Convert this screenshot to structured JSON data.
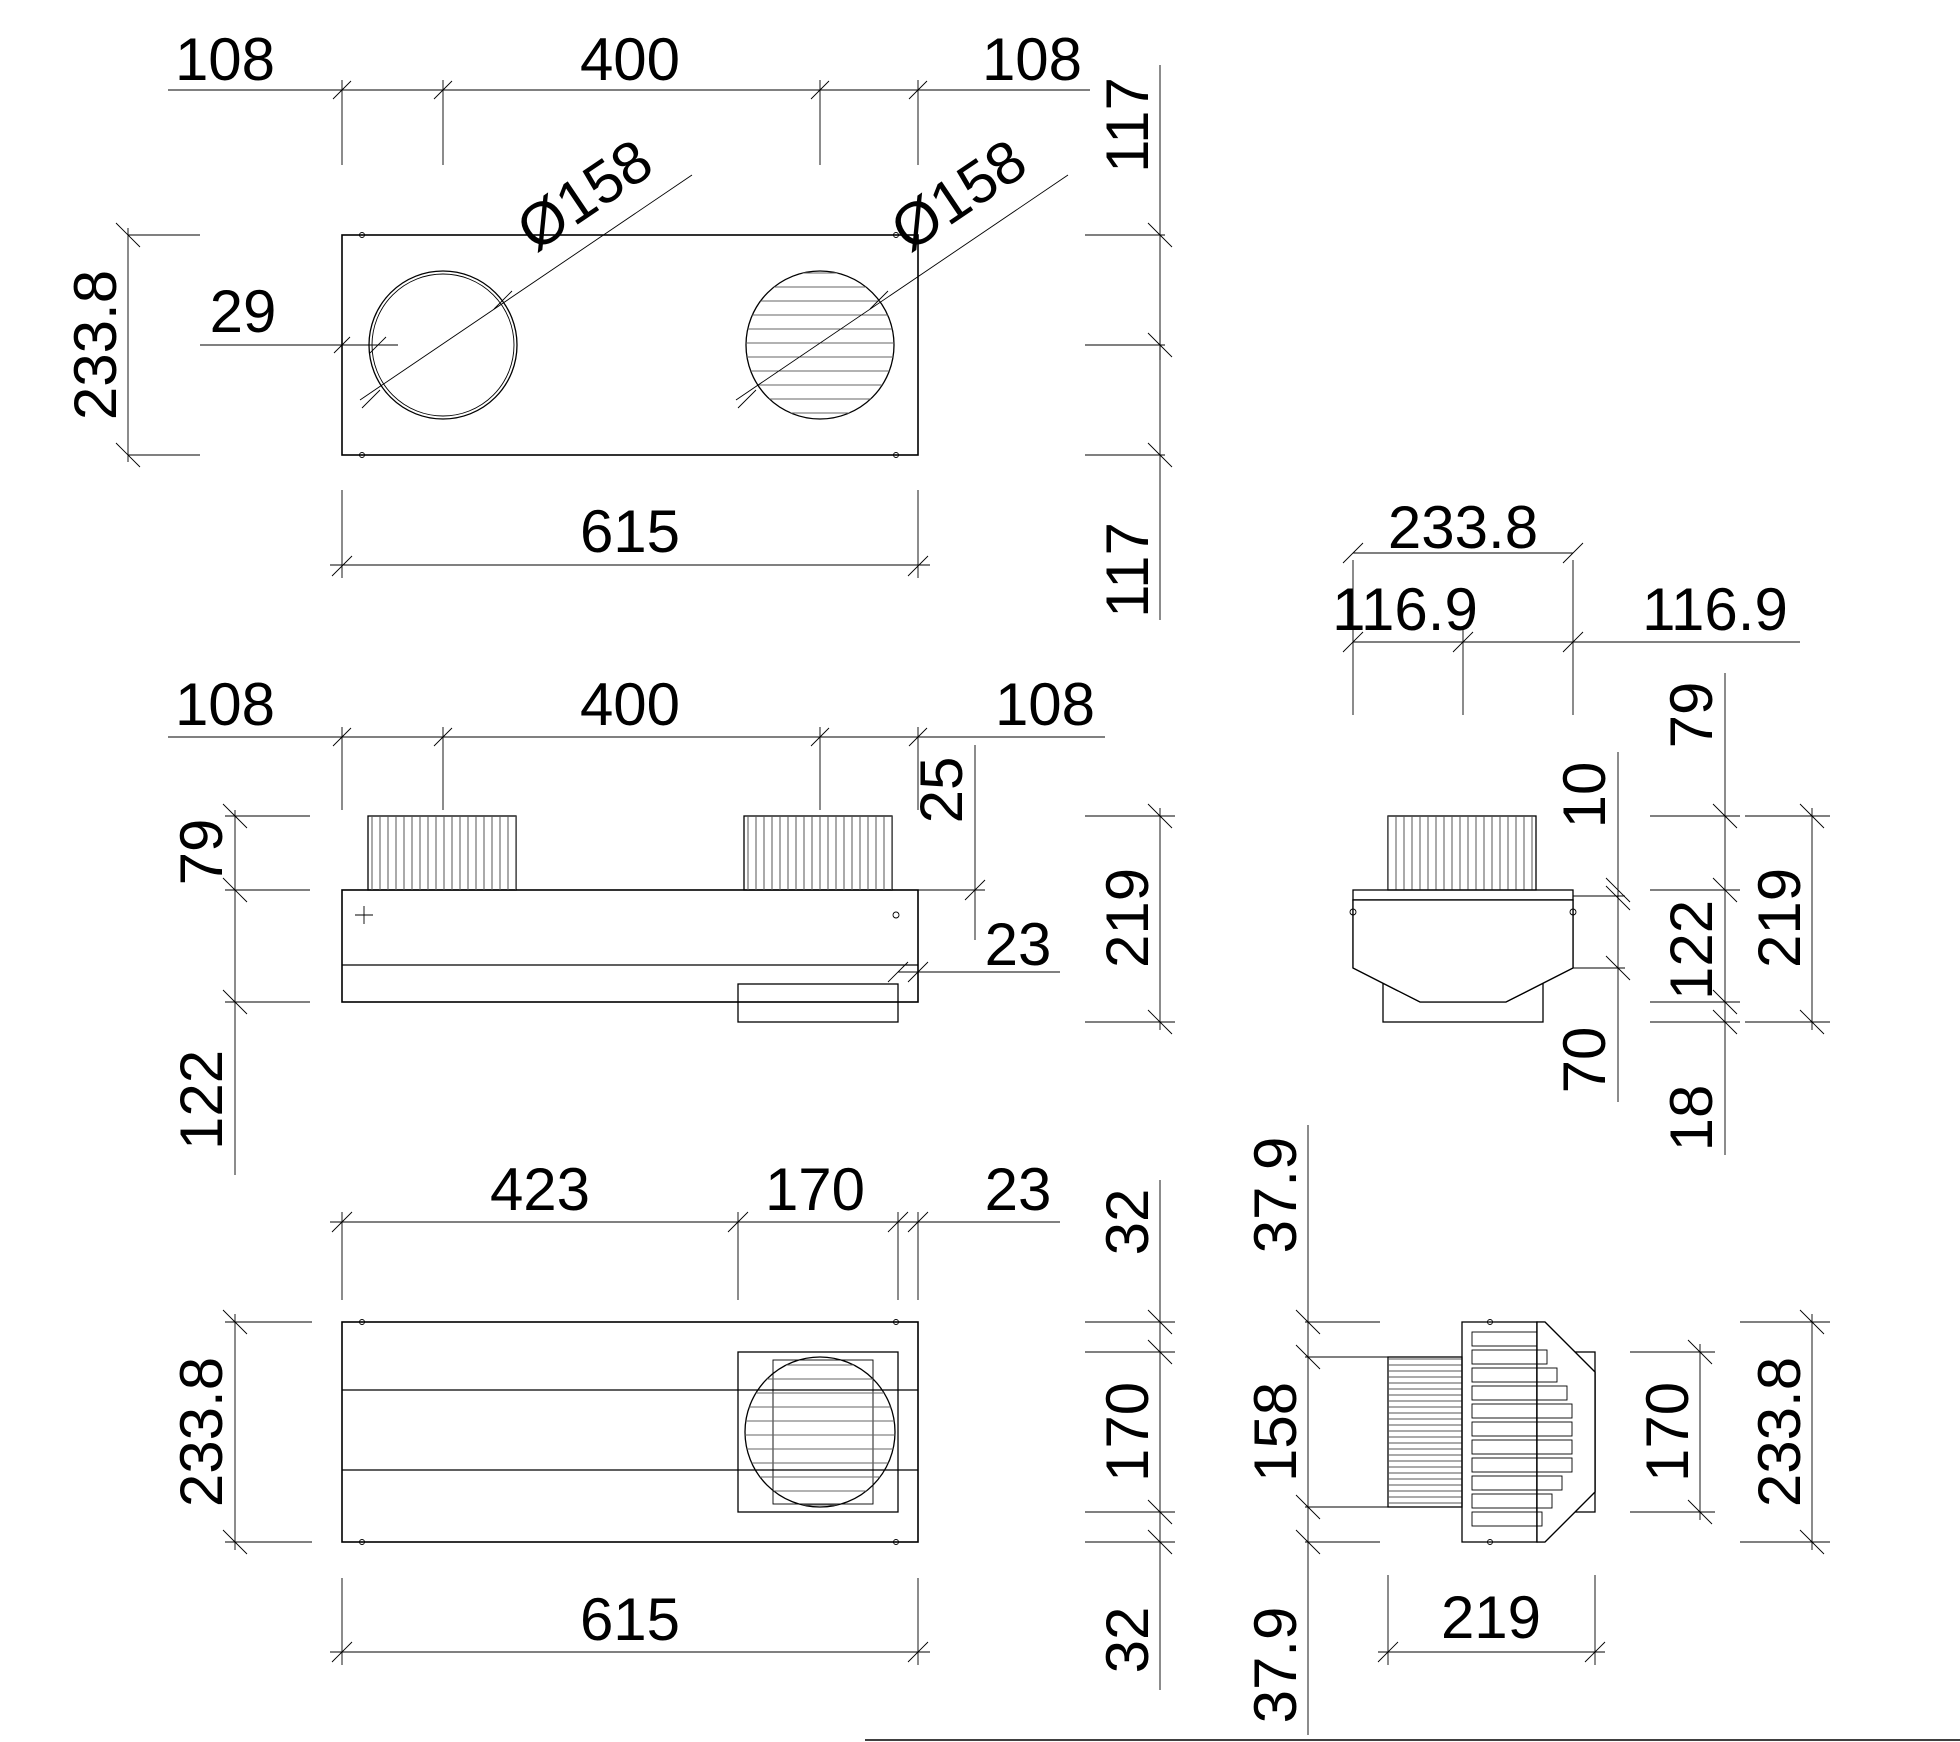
{
  "drawing": {
    "top_view": {
      "dims": {
        "d108_left": "108",
        "d400": "400",
        "d108_right": "108",
        "d117_top": "117",
        "d117_bottom": "117",
        "d233_8": "233.8",
        "d29": "29",
        "dia_left": "Ø158",
        "dia_right": "Ø158",
        "d615": "615"
      }
    },
    "front_view": {
      "dims": {
        "d108_left": "108",
        "d400": "400",
        "d108_right": "108",
        "d25": "25",
        "d79": "79",
        "d122": "122",
        "d23": "23",
        "d219": "219"
      }
    },
    "side_view": {
      "dims": {
        "d233_8": "233.8",
        "d116_9_left": "116.9",
        "d116_9_right": "116.9",
        "d79": "79",
        "d10": "10",
        "d122": "122",
        "d219": "219",
        "d70": "70",
        "d18": "18"
      }
    },
    "bottom_view": {
      "dims": {
        "d423": "423",
        "d170": "170",
        "d23": "23",
        "d32_top": "32",
        "d170_side": "170",
        "d32_bottom": "32",
        "d233_8": "233.8",
        "d615": "615"
      }
    },
    "end_view": {
      "dims": {
        "d37_9_top": "37.9",
        "d158": "158",
        "d37_9_bottom": "37.9",
        "d170": "170",
        "d233_8": "233.8",
        "d219": "219"
      }
    }
  }
}
